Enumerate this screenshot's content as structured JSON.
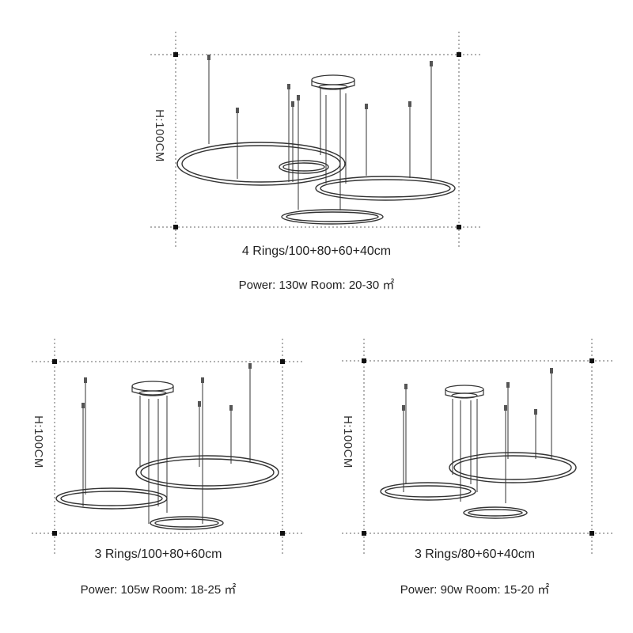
{
  "products": [
    {
      "height_label": "H:100CM",
      "caption": "4 Rings/100+80+60+40cm",
      "power_line": "Power: 130w  Room: 20-30 ㎡"
    },
    {
      "height_label": "H:100CM",
      "caption": "3 Rings/100+80+60cm",
      "power_line": "Power: 105w  Room: 18-25 ㎡"
    },
    {
      "height_label": "H:100CM",
      "caption": "3 Rings/80+60+40cm",
      "power_line": "Power: 90w  Room: 15-20 ㎡"
    }
  ],
  "colors": {
    "line": "#333333",
    "guide": "#555555"
  }
}
